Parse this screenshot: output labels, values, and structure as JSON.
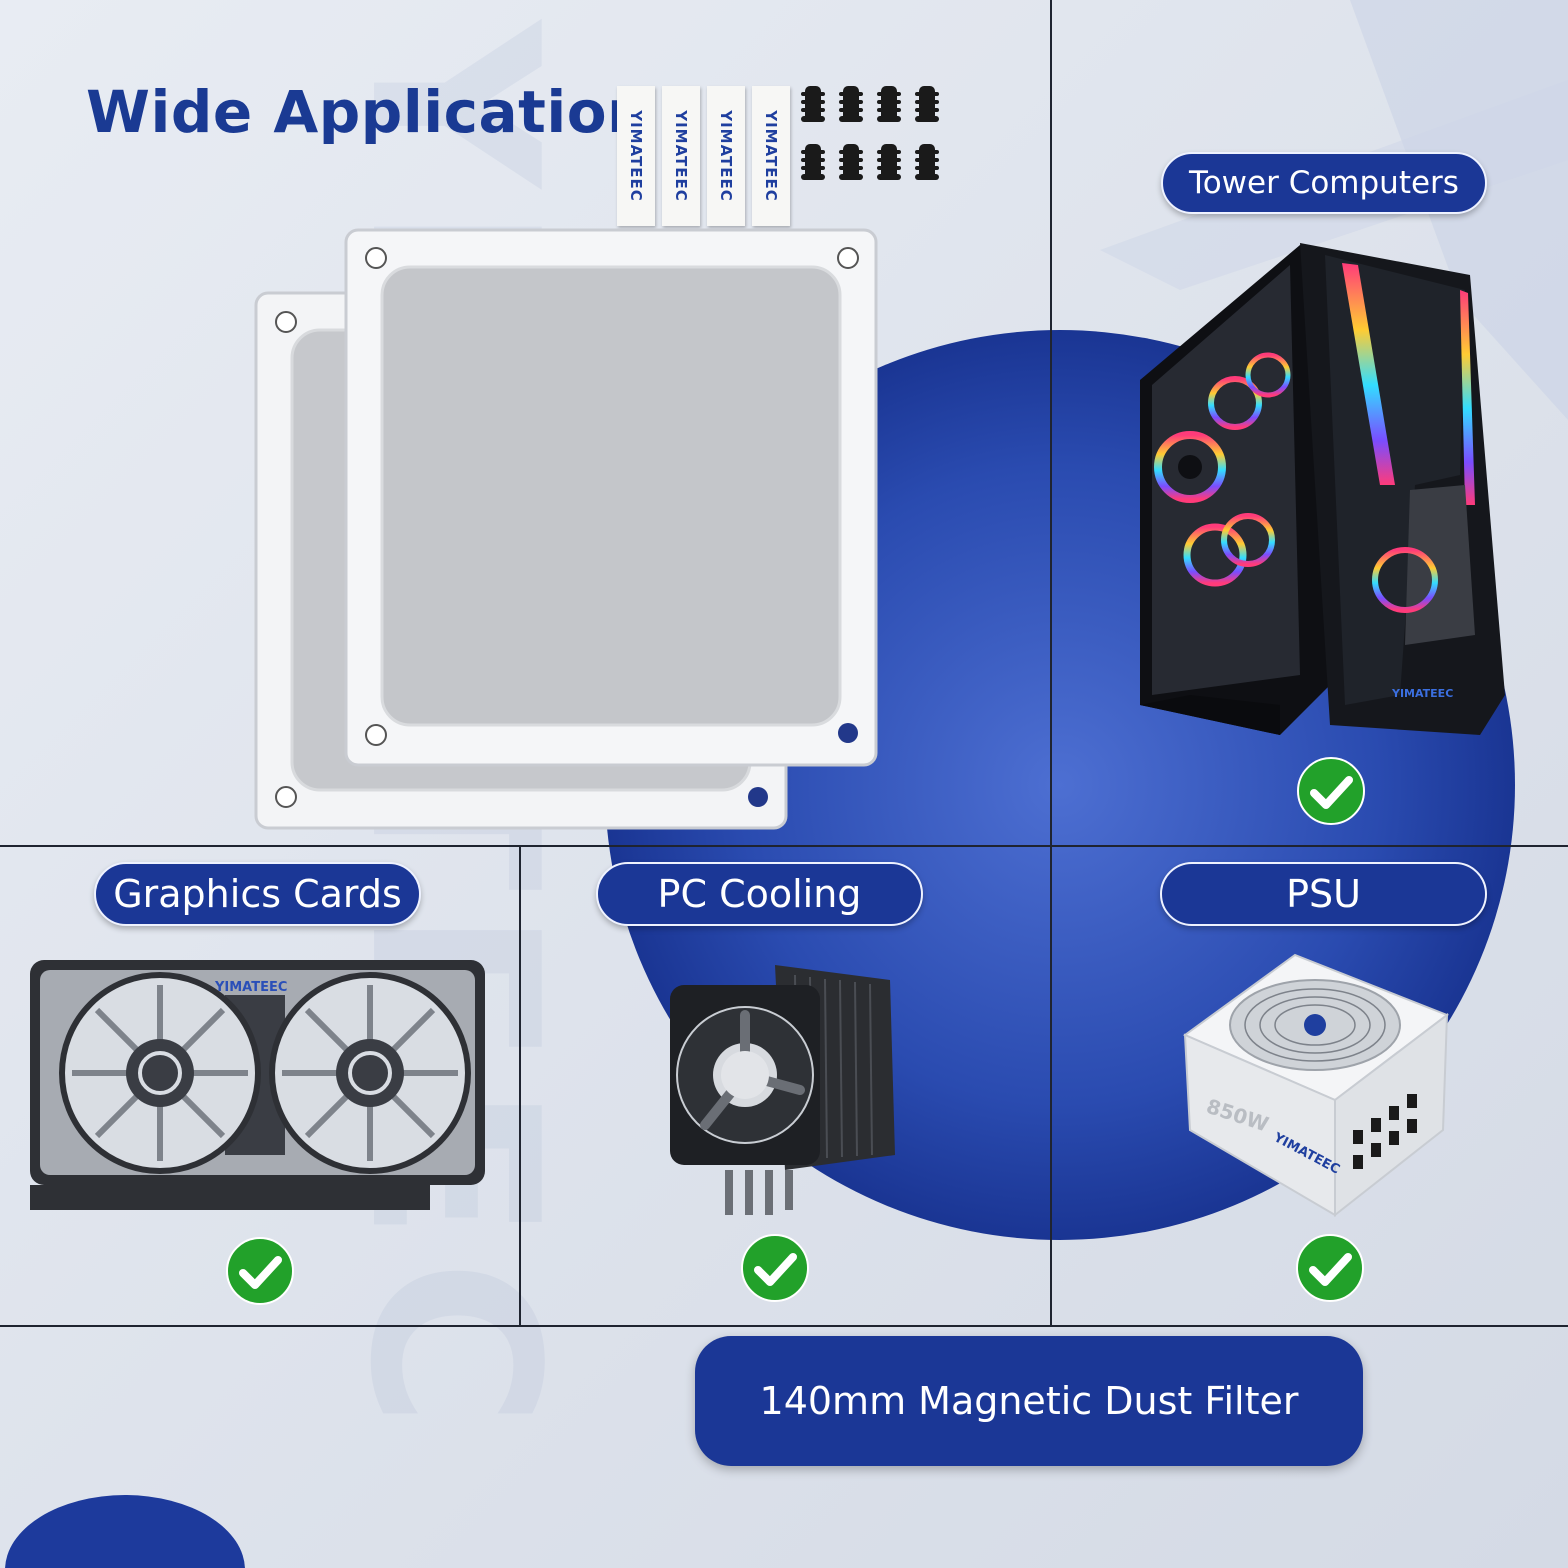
{
  "title": "Wide Application",
  "brand": "YIMATEEC",
  "labels": {
    "tower": "Tower Computers",
    "graphics": "Graphics Cards",
    "cooling": "PC Cooling",
    "psu": "PSU",
    "psu_rating": "850W"
  },
  "banner": "140mm Magnetic Dust Filter",
  "colors": {
    "brand_blue": "#1b3796",
    "title_blue": "#1a3a93",
    "check_green": "#22a12a",
    "background": "#dfe4ec"
  },
  "icons": {
    "check": "check-circle-icon"
  }
}
